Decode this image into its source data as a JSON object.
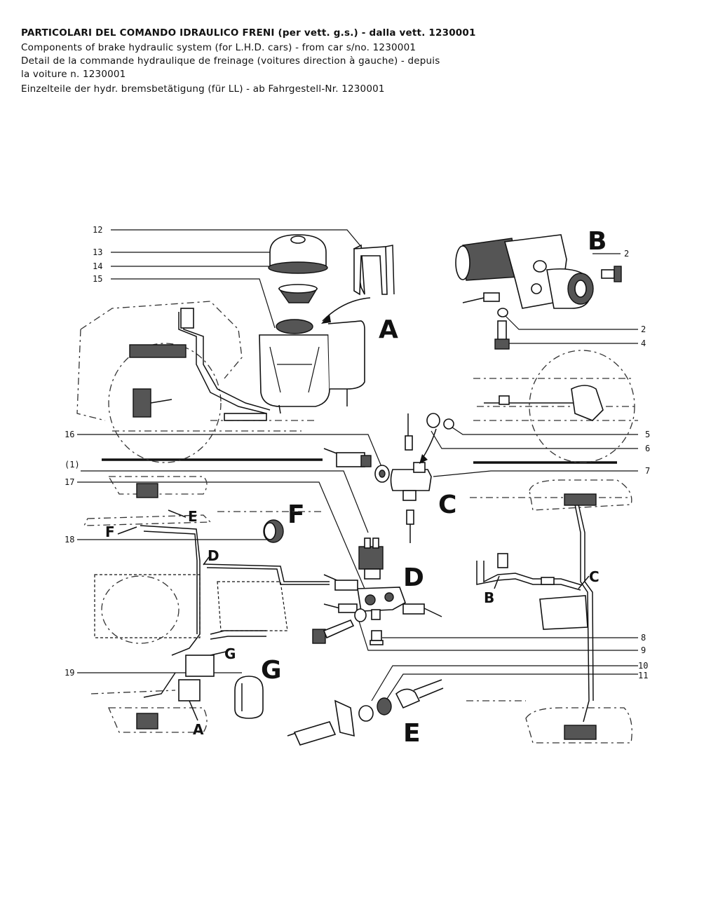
{
  "header": {
    "title_it": "PARTICOLARI DEL COMANDO IDRAULICO FRENI (per vett. g.s.) - dalla vett. 1230001",
    "title_en": "Components of brake hydraulic system (for L.H.D. cars) - from car s/no. 1230001",
    "title_fr_1": "Detail de la commande hydraulique de freinage (voitures direction à gauche) - depuis",
    "title_fr_2": "la voiture n. 1230001",
    "title_de": "Einzelteile der hydr. bremsbetätigung (für LL) - ab Fahrgestell-Nr. 1230001"
  },
  "callouts_left": [
    "12",
    "13",
    "14",
    "15",
    "16",
    "(1)",
    "17",
    "18",
    "19"
  ],
  "callouts_right": [
    "2",
    "2",
    "4",
    "5",
    "6",
    "7",
    "8",
    "9",
    "10",
    "11"
  ],
  "group_labels": {
    "A": "A",
    "B": "B",
    "C": "C",
    "D": "D",
    "E": "E",
    "F": "F",
    "G": "G"
  },
  "inset_labels": {
    "A": "A",
    "B": "B",
    "C": "C",
    "D": "D",
    "E": "E",
    "F": "F",
    "G": "G"
  }
}
